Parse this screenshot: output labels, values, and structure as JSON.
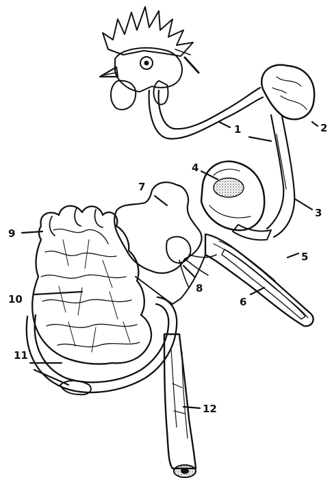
{
  "figure": {
    "labels": [
      {
        "id": "1",
        "text": "1"
      },
      {
        "id": "2",
        "text": "2"
      },
      {
        "id": "3",
        "text": "3"
      },
      {
        "id": "4",
        "text": "4"
      },
      {
        "id": "5",
        "text": "5"
      },
      {
        "id": "6",
        "text": "6"
      },
      {
        "id": "7",
        "text": "7"
      },
      {
        "id": "8",
        "text": "8"
      },
      {
        "id": "9",
        "text": "9"
      },
      {
        "id": "10",
        "text": "10"
      },
      {
        "id": "11",
        "text": "11"
      },
      {
        "id": "12",
        "text": "12"
      }
    ],
    "colors": {
      "ink": "#111111",
      "background": "#ffffff",
      "stipple": "#222222"
    }
  }
}
